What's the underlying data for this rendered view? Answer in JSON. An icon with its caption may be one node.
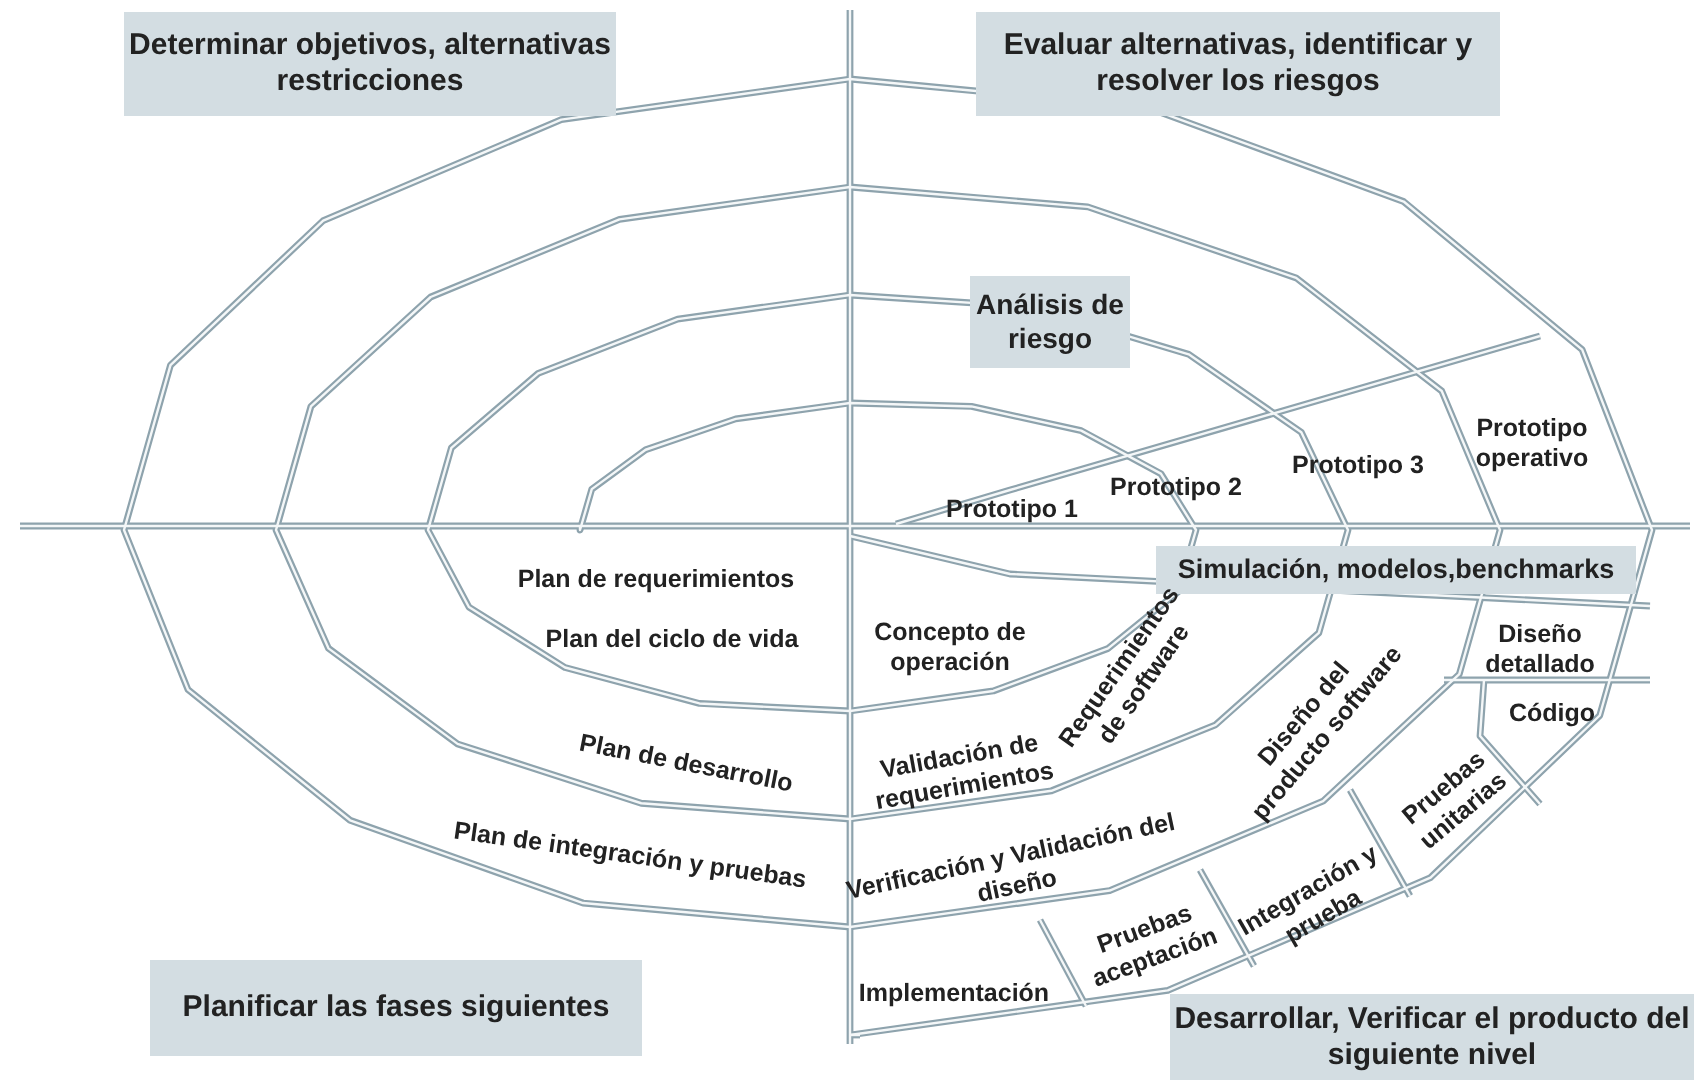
{
  "diagram": {
    "nodes": [
      {
        "text": [
          "Determinar objetivos, alternativas restricciones"
        ]
      },
      {
        "text": [
          "Evaluar alternativas, identificar y resolver los riesgos"
        ]
      },
      {
        "text": [
          "Análisis de riesgo"
        ]
      },
      {
        "text": [
          "Simulación, modelos,benchmarks"
        ]
      },
      {
        "text": [
          "Planificar las fases siguientes"
        ]
      },
      {
        "text": [
          "Desarrollar, Verificar el producto del siguiente nivel"
        ]
      }
    ],
    "labels": [
      "Prototipo operativo",
      "Prototipo 1",
      "Prototipo 2",
      "Prototipo 3",
      "Plan de requerimientos",
      "Concepto de operación",
      "Plan del ciclo de vida",
      "Diseño detallado",
      "Requerimientos de software",
      "Diseño del producto software",
      "Código",
      "Validación de requerimientos",
      "Plan de desarrollo",
      "Pruebas unitarias",
      "Plan de integración y pruebas",
      "Verificación y Validación del diseño",
      "Integración y prueba",
      "Pruebas aceptación",
      "Implementación"
    ]
  }
}
